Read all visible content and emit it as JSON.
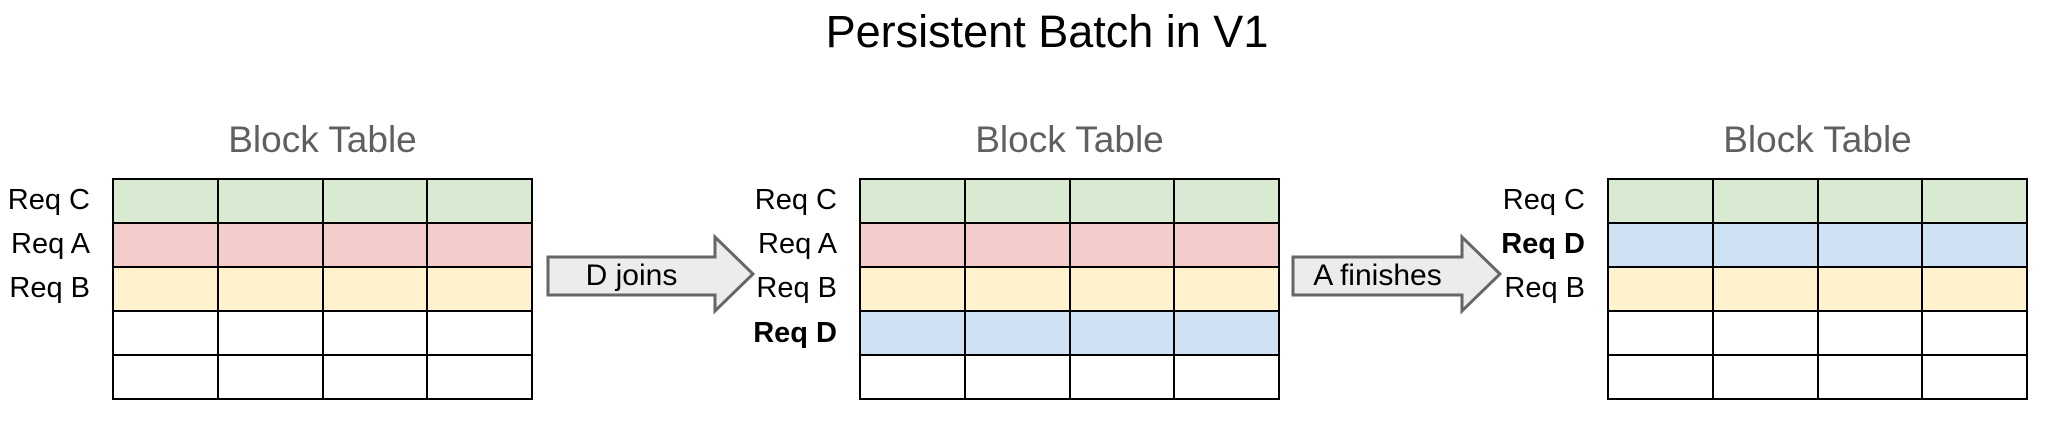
{
  "title": "Persistent Batch in V1",
  "colors": {
    "green": "#d9ead3",
    "red": "#f4cccc",
    "yellow": "#fff2cc",
    "blue": "#cfe2f3",
    "white": "#ffffff",
    "table_border": "#000000",
    "table_title_gray": "#606060",
    "arrow_fill": "#ececec",
    "arrow_stroke": "#666666"
  },
  "grid": {
    "columns": 4,
    "rows": 5
  },
  "tables": [
    {
      "title": "Block Table",
      "rows": [
        {
          "label": "Req C",
          "bold": false,
          "color": "green"
        },
        {
          "label": "Req A",
          "bold": false,
          "color": "red"
        },
        {
          "label": "Req B",
          "bold": false,
          "color": "yellow"
        },
        {
          "label": "",
          "bold": false,
          "color": "white"
        },
        {
          "label": "",
          "bold": false,
          "color": "white"
        }
      ]
    },
    {
      "title": "Block Table",
      "rows": [
        {
          "label": "Req C",
          "bold": false,
          "color": "green"
        },
        {
          "label": "Req A",
          "bold": false,
          "color": "red"
        },
        {
          "label": "Req B",
          "bold": false,
          "color": "yellow"
        },
        {
          "label": "Req D",
          "bold": true,
          "color": "blue"
        },
        {
          "label": "",
          "bold": false,
          "color": "white"
        }
      ]
    },
    {
      "title": "Block Table",
      "rows": [
        {
          "label": "Req C",
          "bold": false,
          "color": "green"
        },
        {
          "label": "Req D",
          "bold": true,
          "color": "blue"
        },
        {
          "label": "Req B",
          "bold": false,
          "color": "yellow"
        },
        {
          "label": "",
          "bold": false,
          "color": "white"
        },
        {
          "label": "",
          "bold": false,
          "color": "white"
        }
      ]
    }
  ],
  "arrows": [
    {
      "label": "D joins"
    },
    {
      "label": "A finishes"
    }
  ]
}
